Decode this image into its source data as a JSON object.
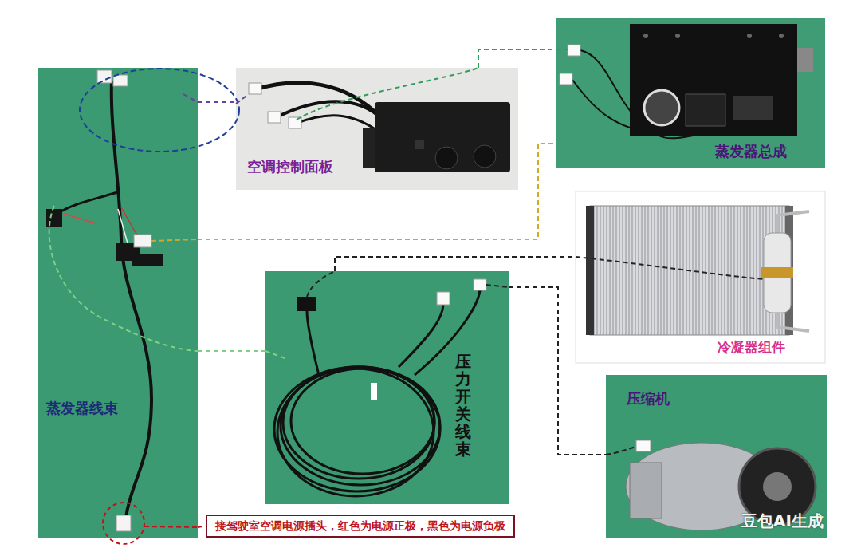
{
  "diagram": {
    "nodes": [
      {
        "text": [
          "蒸发器线束"
        ]
      },
      {
        "text": [
          "空调控制面板"
        ]
      },
      {
        "text": [
          "蒸发器总成"
        ]
      },
      {
        "text": [
          "冷凝器组件"
        ]
      },
      {
        "text": [
          "压力开关线束"
        ]
      },
      {
        "text": [
          "压缩机"
        ]
      },
      {
        "text": [
          "接驾驶室空调电源插头，红色为电源正极，黑色为电源负极"
        ]
      }
    ],
    "edges": [
      {
        "from": 0,
        "to": 1,
        "arrow": "none"
      },
      {
        "from": 1,
        "to": 2,
        "arrow": "none"
      },
      {
        "from": 0,
        "to": 2,
        "arrow": "none"
      },
      {
        "from": 0,
        "to": 4,
        "arrow": "none"
      },
      {
        "from": 4,
        "to": 3,
        "arrow": "none"
      },
      {
        "from": 4,
        "to": 5,
        "arrow": "none"
      },
      {
        "from": 0,
        "to": 6,
        "arrow": "none"
      }
    ],
    "labels": [
      "豆包AI生成"
    ]
  }
}
